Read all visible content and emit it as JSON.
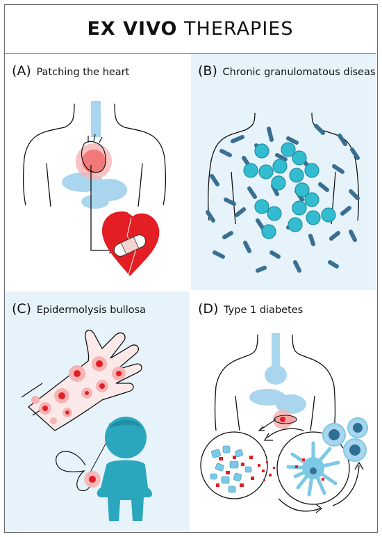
{
  "title": {
    "bold": "EX VIVO",
    "rest": " THERAPIES"
  },
  "panels": [
    {
      "letter": "(A)",
      "label": "Patching the heart"
    },
    {
      "letter": "(B)",
      "label": "Chronic granulomatous disease"
    },
    {
      "letter": "(C)",
      "label": "Epidermolysis bullosa"
    },
    {
      "letter": "(D)",
      "label": "Type 1 diabetes"
    }
  ],
  "colors": {
    "accent_blue": "#a9d6ee",
    "panel_bg": "#e6f3fa",
    "cell_teal": "#33bcd0",
    "bacteria": "#3a6f92",
    "red": "#e31e24",
    "child": "#2aa6bd"
  }
}
